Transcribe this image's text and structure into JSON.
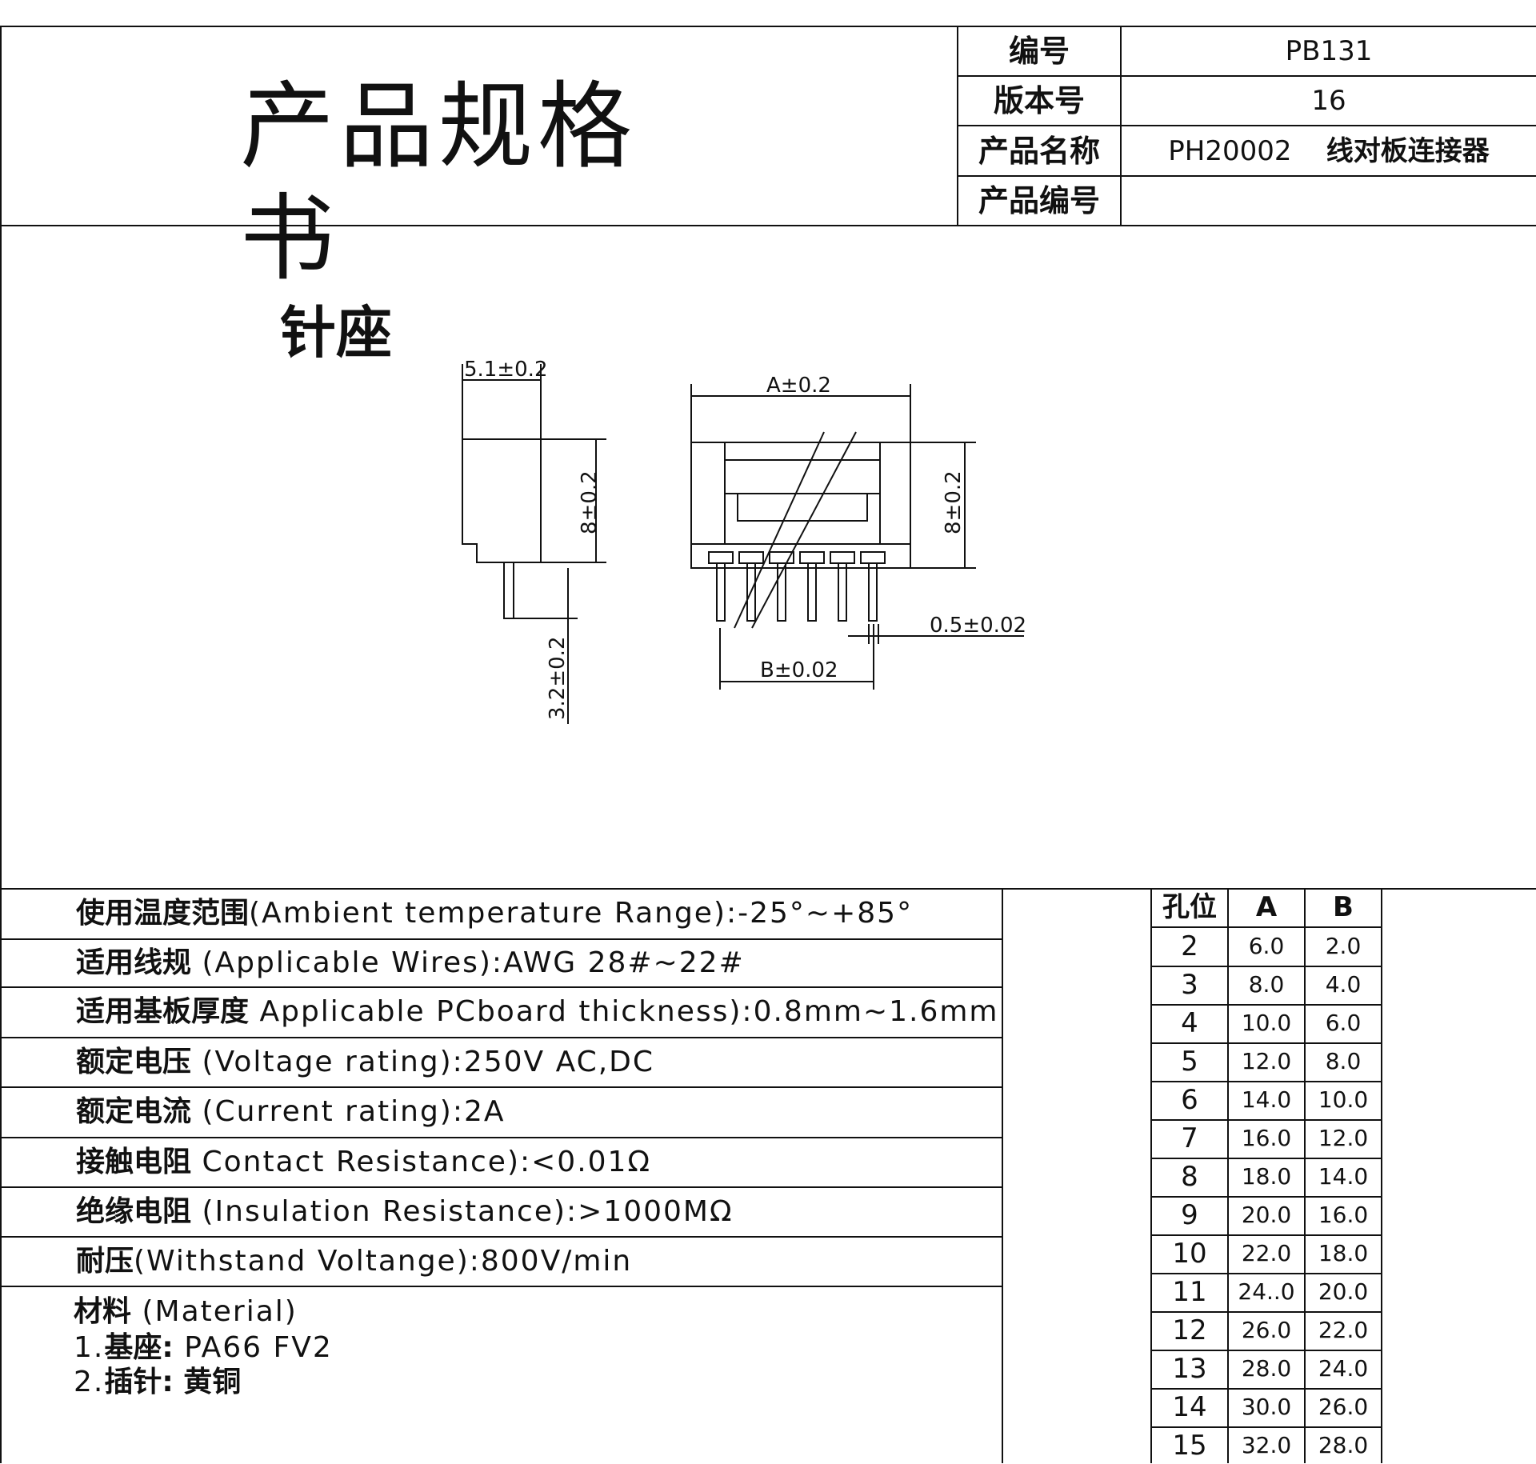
{
  "header": {
    "title": "产品规格书",
    "meta": [
      {
        "label": "编号",
        "value": "PB131"
      },
      {
        "label": "版本号",
        "value": "16"
      },
      {
        "label": "产品名称",
        "value_code": "PH20002",
        "value_name": "线对板连接器"
      },
      {
        "label": "产品编号",
        "value": ""
      }
    ]
  },
  "drawing": {
    "title": "针座",
    "dims": {
      "side_width": "5.1±0.2",
      "side_height": "8±0.2",
      "pin_length": "3.2±0.2",
      "front_width": "A±0.2",
      "front_height": "8±0.2",
      "pin_width": "0.5±0.02",
      "pitch_total": "B±0.02"
    }
  },
  "specs": [
    {
      "zh": "使用温度范围",
      "en": "(Ambient temperature Range):-25°~+85°"
    },
    {
      "zh": "适用线规",
      "en": " (Applicable Wires):AWG 28#~22#"
    },
    {
      "zh": "适用基板厚度",
      "en": "  Applicable PCboard thickness):0.8mm~1.6mm"
    },
    {
      "zh": "额定电压",
      "en": " (Voltage rating):250V AC,DC"
    },
    {
      "zh": "额定电流",
      "en": "  (Current rating):2A"
    },
    {
      "zh": "接触电阻",
      "en": " Contact Resistance):<0.01Ω"
    },
    {
      "zh": "绝缘电阻",
      "en": "  (Insulation Resistance):>1000MΩ"
    },
    {
      "zh": "耐压",
      "en": "(Withstand Voltange):800V/min"
    }
  ],
  "material": {
    "heading_zh": "材料",
    "heading_en": " (Material)",
    "item1_prefix": "1.",
    "item1_zh": "基座:",
    "item1_en": " PA66 FV2",
    "item2_prefix": "2.",
    "item2_zh": "插针:",
    "item2_value": "  黄铜"
  },
  "pin_table": {
    "headers": [
      "孔位",
      "A",
      "B"
    ],
    "rows": [
      [
        "2",
        "6.0",
        "2.0"
      ],
      [
        "3",
        "8.0",
        "4.0"
      ],
      [
        "4",
        "10.0",
        "6.0"
      ],
      [
        "5",
        "12.0",
        "8.0"
      ],
      [
        "6",
        "14.0",
        "10.0"
      ],
      [
        "7",
        "16.0",
        "12.0"
      ],
      [
        "8",
        "18.0",
        "14.0"
      ],
      [
        "9",
        "20.0",
        "16.0"
      ],
      [
        "10",
        "22.0",
        "18.0"
      ],
      [
        "11",
        "24..0",
        "20.0"
      ],
      [
        "12",
        "26.0",
        "22.0"
      ],
      [
        "13",
        "28.0",
        "24.0"
      ],
      [
        "14",
        "30.0",
        "26.0"
      ],
      [
        "15",
        "32.0",
        "28.0"
      ]
    ]
  }
}
